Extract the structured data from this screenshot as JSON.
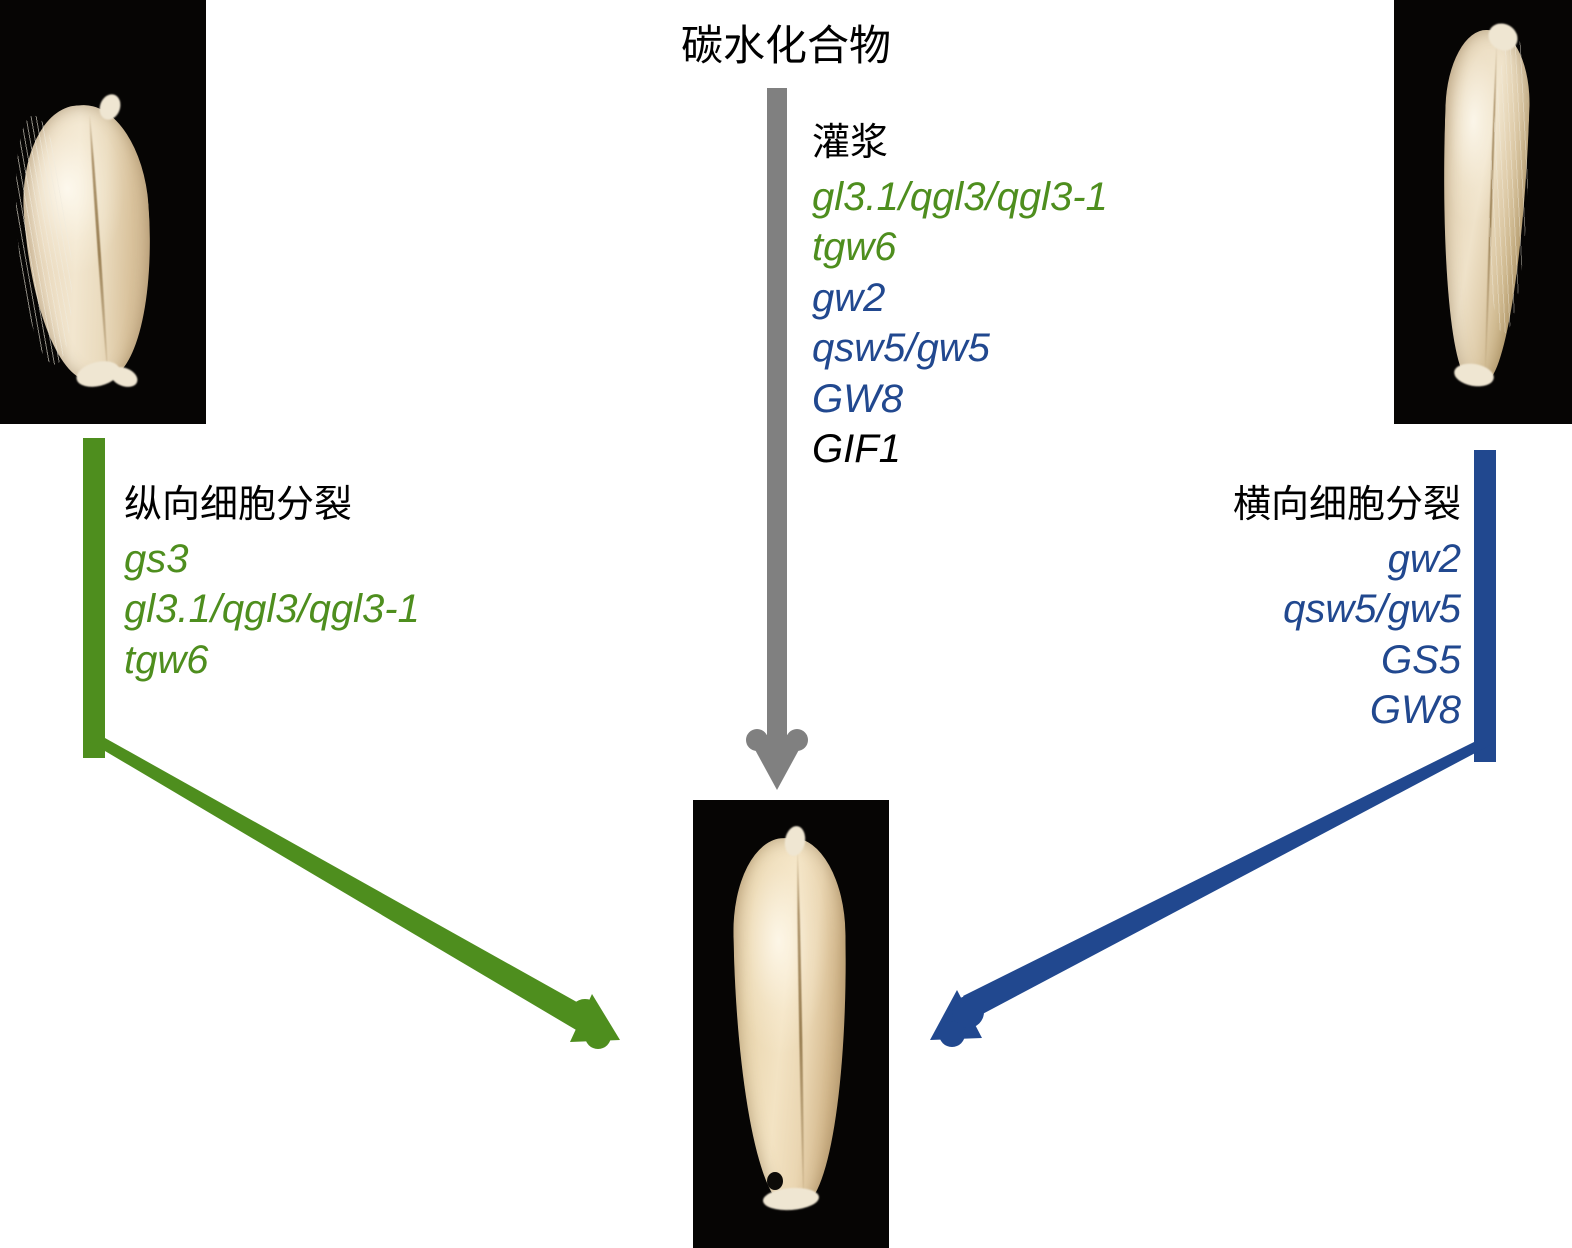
{
  "figure": {
    "title": "碳水化合物",
    "colors": {
      "green": "#4E8E1E",
      "blue": "#21488F",
      "gray": "#808080",
      "black": "#000000",
      "photo_background": "#060504"
    }
  },
  "center_pathway": {
    "process_label": "灌浆",
    "genes": [
      {
        "name": "gl3.1/qgl3/qgl3-1",
        "color": "green"
      },
      {
        "name": "tgw6",
        "color": "green"
      },
      {
        "name": "gw2",
        "color": "blue"
      },
      {
        "name": "qsw5/gw5",
        "color": "blue"
      },
      {
        "name": "GW8",
        "color": "blue"
      },
      {
        "name": "GIF1",
        "color": "black"
      }
    ]
  },
  "left_pathway": {
    "process_label": "纵向细胞分裂",
    "genes": [
      {
        "name": "gs3",
        "color": "green"
      },
      {
        "name": "gl3.1/qgl3/qgl3-1",
        "color": "green"
      },
      {
        "name": "tgw6",
        "color": "green"
      }
    ]
  },
  "right_pathway": {
    "process_label": "横向细胞分裂",
    "genes": [
      {
        "name": "gw2",
        "color": "blue"
      },
      {
        "name": "qsw5/gw5",
        "color": "blue"
      },
      {
        "name": "GS5",
        "color": "blue"
      },
      {
        "name": "GW8",
        "color": "blue"
      }
    ]
  },
  "photos": {
    "left": {
      "caption": ""
    },
    "right": {
      "caption": ""
    },
    "center": {
      "caption": ""
    }
  }
}
